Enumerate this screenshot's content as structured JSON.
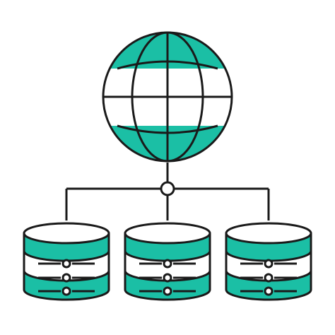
{
  "icon": {
    "name": "global-server-network-icon",
    "colors": {
      "accent": "#1BBFA5",
      "stroke": "#1A1A1A",
      "background": "#FFFFFF"
    },
    "parts": {
      "globe": "globe-icon",
      "hub": "network-hub-node",
      "servers": [
        "server-stack-left",
        "server-stack-center",
        "server-stack-right"
      ]
    }
  }
}
